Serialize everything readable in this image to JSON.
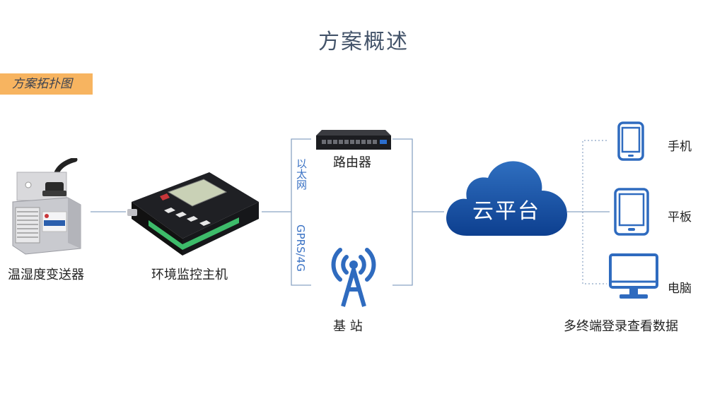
{
  "page": {
    "title": "方案概述"
  },
  "section_tag": "方案拓扑图",
  "nodes": {
    "sensor": "温湿度变送器",
    "controller": "环境监控主机",
    "router": "路由器",
    "base_station": "基 站",
    "cloud": "云平台",
    "phone": "手机",
    "tablet": "平板",
    "computer": "电脑"
  },
  "links": {
    "ethernet": "以太网",
    "cellular": "GPRS/4G"
  },
  "caption": "多终端登录查看数据",
  "colors": {
    "accent_blue": "#2f6bbf",
    "tag_orange": "#f7b460",
    "line_blue": "#8aa3c4"
  }
}
